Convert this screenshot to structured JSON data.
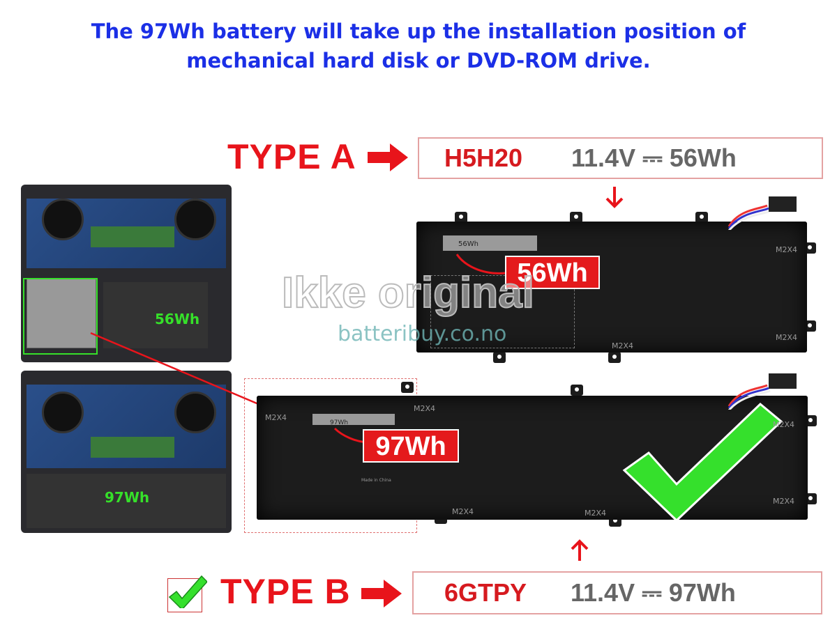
{
  "title": {
    "line1": "The 97Wh battery will take up the installation position of",
    "line2": "mechanical hard disk or DVD-ROM drive."
  },
  "type_a": {
    "label": "TYPE A",
    "code": "H5H20",
    "spec": "11.4V ⎓ 56Wh",
    "battery_label": "56Wh",
    "sticker_text": "56Wh",
    "laptop_label": "56Wh"
  },
  "type_b": {
    "label": "TYPE B",
    "code": "6GTPY",
    "spec": "11.4V ⎓ 97Wh",
    "battery_label": "97Wh",
    "sticker_text": "97Wh",
    "laptop_label": "97Wh"
  },
  "screw_label": "M2X4",
  "made_in": "Made in China",
  "watermark": {
    "line1": "Ikke original",
    "line2": "batteribuy.co.no"
  },
  "colors": {
    "title": "#1b2fe6",
    "red": "#e8141b",
    "green": "#36e02a",
    "box_border": "#e4a2a2"
  }
}
